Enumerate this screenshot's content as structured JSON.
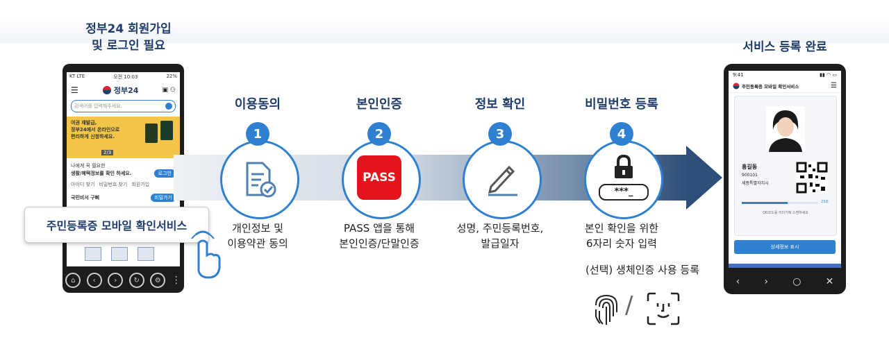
{
  "headings": {
    "left": [
      "정부24 회원가입",
      "및 로그인 필요"
    ],
    "right": "서비스 등록 완료"
  },
  "left_phone": {
    "status": "KT  LTE",
    "time": "오전 10:03",
    "battery": "22%",
    "logo": "정부24",
    "search_placeholder": "검색어를 입력해주세요.",
    "banner_lines": [
      "여권 재발급,",
      "정부24에서 온라인으로",
      "편리하게 신청하세요."
    ],
    "banner_page": "2/3",
    "info_line1": "나에게 꼭 필요한",
    "info_line2": "생활/혜택정보를 확인 하세요.",
    "login_button": "로그인",
    "links": [
      "아이디 찾기",
      "비밀번호 찾기",
      "회원가입"
    ],
    "notice": "국민비서 구삐",
    "notice_button": "비밀가기"
  },
  "pill_label": "주민등록증 모바일 확인서비스",
  "steps": [
    {
      "num": "1",
      "title": "이용동의",
      "desc": [
        "개인정보 및",
        "이용약관 동의"
      ]
    },
    {
      "num": "2",
      "title": "본인인증",
      "desc": [
        "PASS 앱을 통해",
        "본인인증/단말인증"
      ],
      "logo": "PASS"
    },
    {
      "num": "3",
      "title": "정보 확인",
      "desc": [
        "성명, 주민등록번호,",
        "발급일자"
      ]
    },
    {
      "num": "4",
      "title": "비밀번호 등록",
      "desc": [
        "본인 확인을 위한",
        "6자리 숫자 입력"
      ],
      "pin": "***_"
    }
  ],
  "optional": "(선택) 생체인증 사용 등록",
  "separator": "/",
  "right_phone": {
    "time": "9:41",
    "app_title": "주민등록증 모바일 확인서비스",
    "name": "홍길동",
    "id": "900101",
    "address": "세종특별자치시",
    "timer": "23초",
    "hint": "QR코드를 리더기에 스캔하세요",
    "button": "상세정보 표시"
  },
  "colors": {
    "accent": "#2f80d0",
    "heading": "#1f3d6b",
    "pass": "#e4141c"
  },
  "icons": [
    "document-check-icon",
    "pencil-icon",
    "padlock-icon",
    "fingerprint-icon",
    "face-scan-icon",
    "hand-tap-icon",
    "qr-code-icon"
  ]
}
